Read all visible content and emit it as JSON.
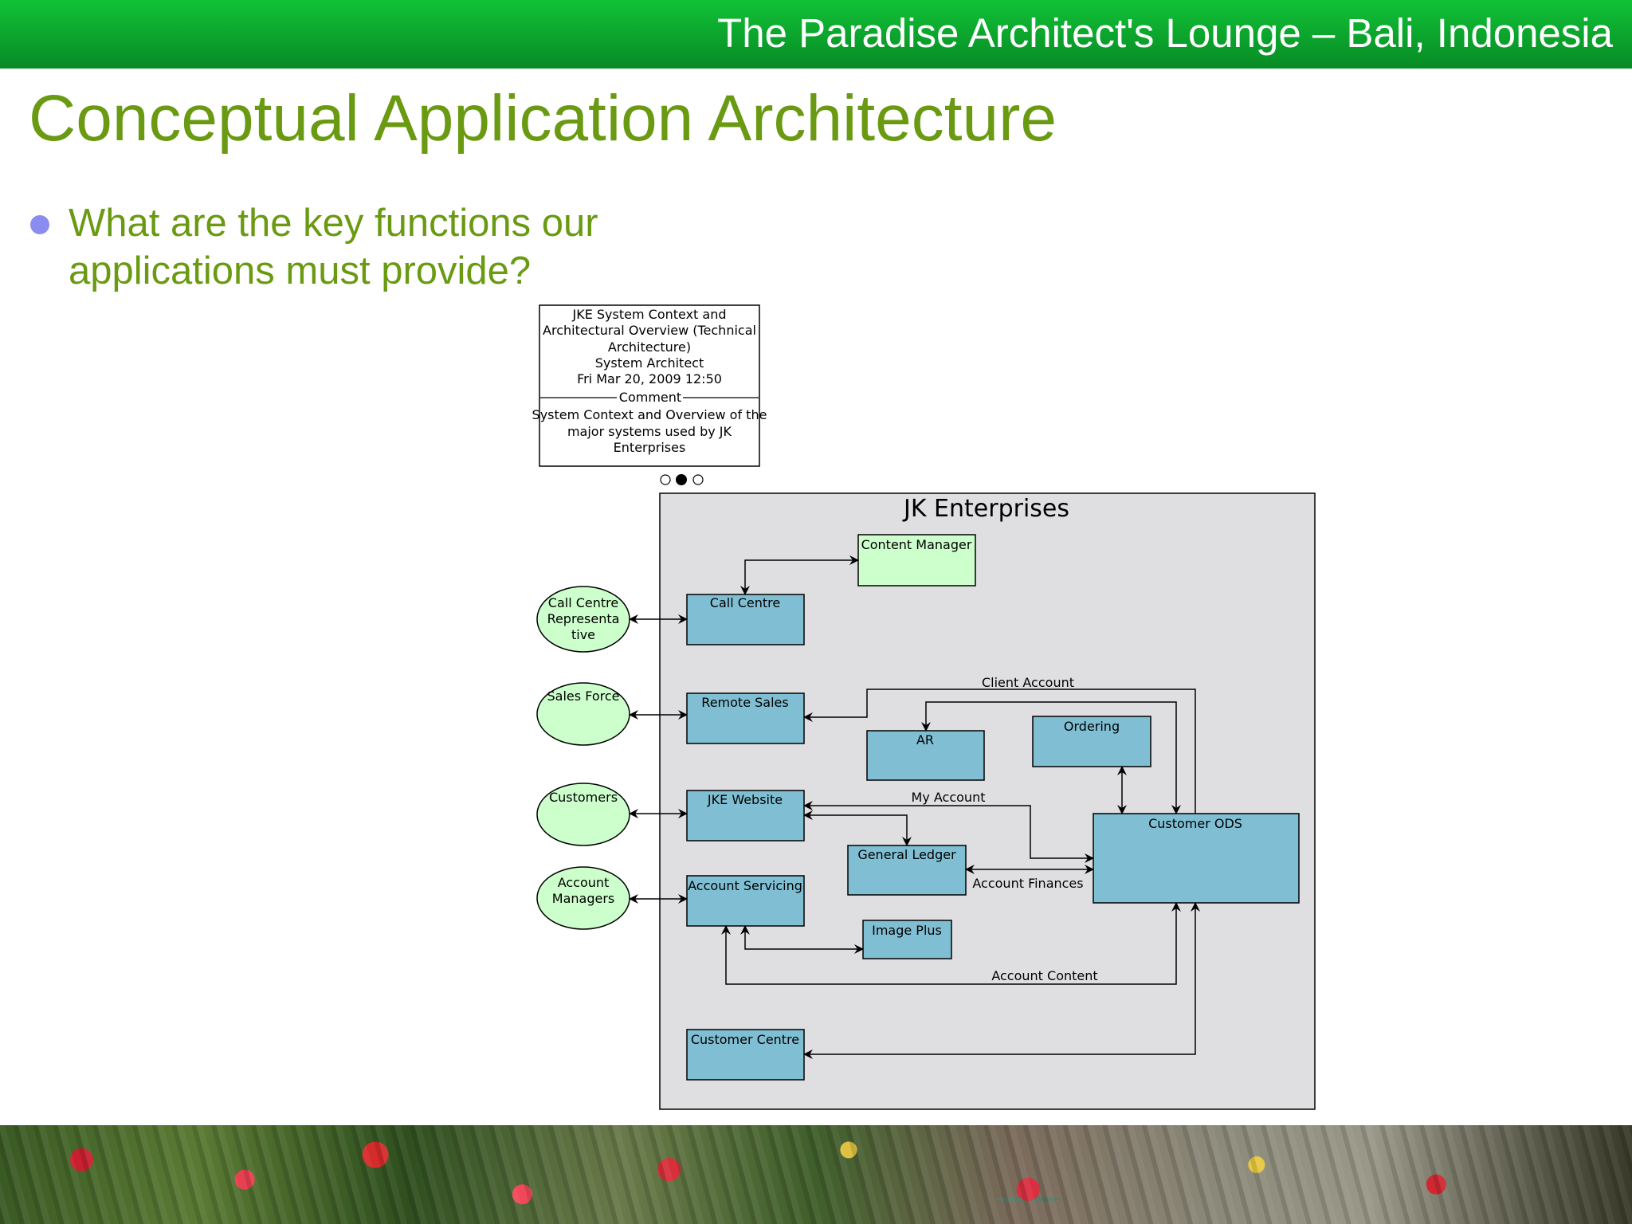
{
  "banner": {
    "title": "The Paradise Architect's Lounge – Bali, Indonesia"
  },
  "slide": {
    "title": "Conceptual Application Architecture",
    "bullet": "What are the key functions our applications must provide?"
  },
  "diagram": {
    "note": {
      "lines": [
        "JKE System Context and",
        "Architectural Overview (Technical",
        "Architecture)",
        "System Architect",
        "Fri Mar 20, 2009  12:50"
      ],
      "comment_label": "Comment",
      "comment_lines": [
        "System Context and Overview of the",
        "major systems used by JK",
        "Enterprises"
      ]
    },
    "frame_title": "JK Enterprises",
    "actors": {
      "call_centre": [
        "Call Centre",
        "Representa",
        "tive"
      ],
      "sales_force": [
        "Sales Force"
      ],
      "customers": [
        "Customers"
      ],
      "account_managers": [
        "Account",
        "Managers"
      ]
    },
    "systems": {
      "content_manager": "Content Manager",
      "call_centre": "Call Centre",
      "remote_sales": "Remote Sales",
      "ar": "AR",
      "ordering": "Ordering",
      "jke_website": "JKE Website",
      "general_ledger": "General Ledger",
      "customer_ods": "Customer ODS",
      "account_servicing": "Account Servicing",
      "image_plus": "Image Plus",
      "customer_centre": "Customer Centre"
    },
    "flows": {
      "client_account": "Client Account",
      "my_account": "My Account",
      "account_finances": "Account Finances",
      "account_content": "Account Content"
    },
    "colors": {
      "frame": "#dfdfe1",
      "system": "#80bfd3",
      "content_manager": "#ccffcc",
      "actor": "#ccffcc"
    }
  }
}
